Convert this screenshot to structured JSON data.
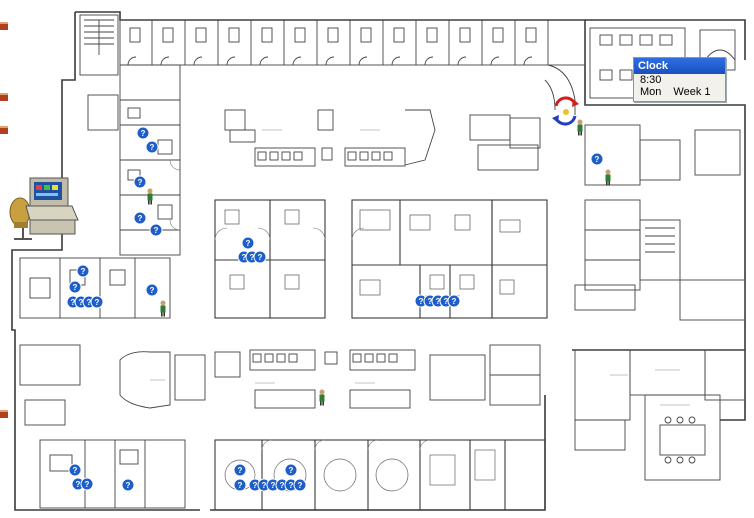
{
  "clock": {
    "title": "Clock",
    "time": "8:30",
    "day": "Mon",
    "week": "Week 1"
  },
  "colors": {
    "wall": "#3a3a3a",
    "background": "#ffffff",
    "clock_title_bar": "#2f6fe0",
    "help_icon": "#1e5ec8"
  },
  "icons": {
    "patient": "help-question-icon",
    "staff": "staff-person-icon",
    "workstation": "computer-workstation-icon",
    "refresh": "refresh-arrows-icon",
    "side_tool": "toolbox-icon"
  }
}
